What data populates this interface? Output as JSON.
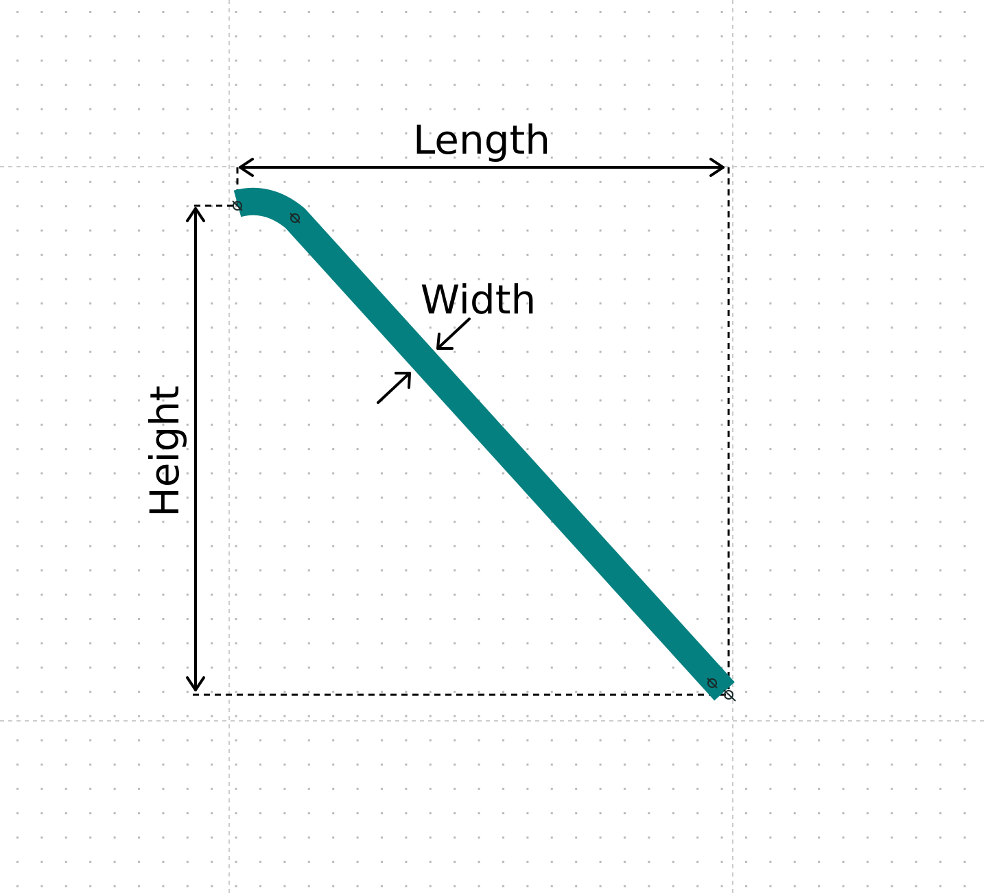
{
  "labels": {
    "length": "Length",
    "width": "Width",
    "height": "Height"
  },
  "colors": {
    "trace": "#058080",
    "dimension": "#000000",
    "grid_dot": "#b8b8b8",
    "guide_line": "#cccccc"
  }
}
